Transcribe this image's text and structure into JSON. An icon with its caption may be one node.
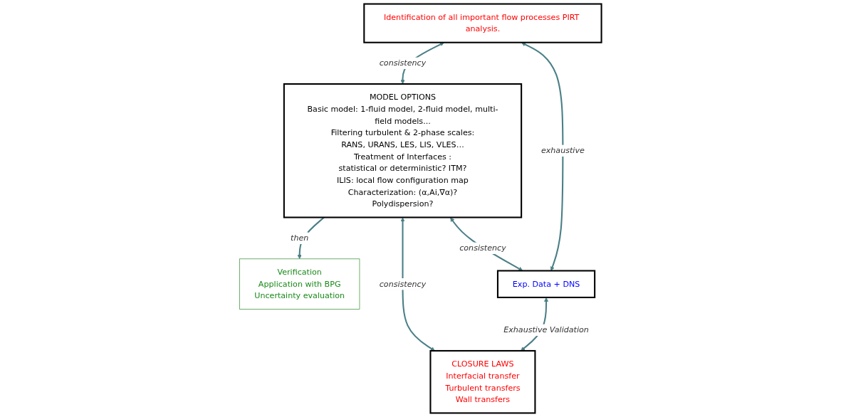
{
  "diagram": {
    "nodes": [
      {
        "text": [
          "Identification of all important flow processes PIRT analysis."
        ]
      },
      {
        "text": [
          "Verification",
          "Application with BPG",
          "Uncertainty evaluation"
        ]
      },
      {
        "text": [
          "Exp. Data + DNS"
        ]
      },
      {
        "text": [
          "MODEL OPTIONS",
          "Basic model: 1-fluid model, 2-fluid model, multi-field models...",
          "Filtering turbulent & 2-phase scales:",
          "RANS, URANS, LES, LIS, VLES…",
          "Treatment of Interfaces :",
          "statistical or deterministic? ITM?",
          "ILIS: local flow configuration map",
          "Characterization: (α,Ai,∇α)?",
          "Polydispersion?"
        ]
      },
      {
        "text": [
          "CLOSURE LAWS",
          "Interfacial transfer",
          "Turbulent transfers",
          "Wall transfers"
        ]
      }
    ],
    "edges": [
      {
        "from": 3,
        "to": 1,
        "arrow": "to",
        "label": "then"
      },
      {
        "from": 0,
        "to": 3,
        "arrow": "both",
        "label": "consistency"
      },
      {
        "from": 0,
        "to": 2,
        "arrow": "both",
        "label": "exhaustive"
      },
      {
        "from": 3,
        "to": 2,
        "arrow": "both",
        "label": "consistency"
      },
      {
        "from": 2,
        "to": 4,
        "arrow": "both",
        "label": "Exhaustive Validation"
      },
      {
        "from": 3,
        "to": 4,
        "arrow": "both",
        "label": "consistency"
      }
    ]
  }
}
